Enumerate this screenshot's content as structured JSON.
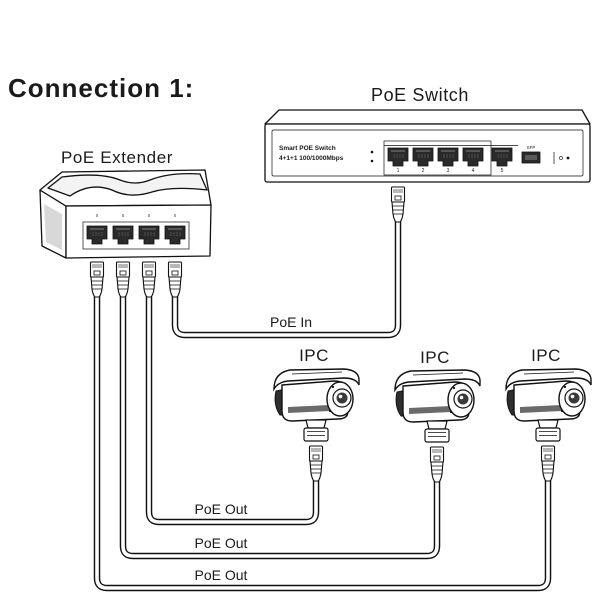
{
  "title": "Connection 1:",
  "switch": {
    "label": "PoE Switch",
    "model_name": "Smart POE Switch",
    "model_spec": "4+1+1 100/1000Mbps",
    "poe_ports": [
      "1",
      "2",
      "3",
      "4"
    ],
    "uplink_port": "5",
    "sfp_label": "SFP"
  },
  "extender": {
    "label": "PoE Extender"
  },
  "links": {
    "poe_in": "PoE In",
    "poe_out": [
      "PoE Out",
      "PoE Out",
      "PoE Out"
    ]
  },
  "cameras": [
    {
      "label": "IPC"
    },
    {
      "label": "IPC"
    },
    {
      "label": "IPC"
    }
  ]
}
